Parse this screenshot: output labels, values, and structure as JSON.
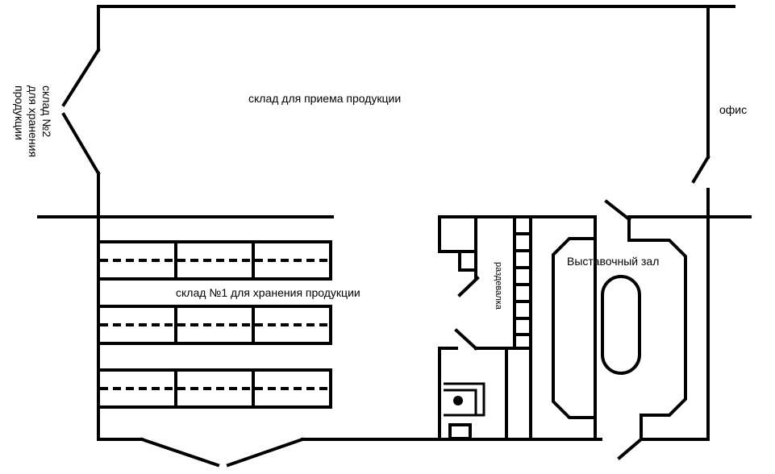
{
  "labels": {
    "receiving_warehouse": "склад для приема продукции",
    "office": "офис",
    "warehouse_2_line1": "склад №2",
    "warehouse_2_line2": "для хранения",
    "warehouse_2_line3": "продукции",
    "warehouse_1": "склад №1 для хранения продукции",
    "exhibition_hall": "Выставочный зал",
    "locker_room": "раздевалка"
  }
}
